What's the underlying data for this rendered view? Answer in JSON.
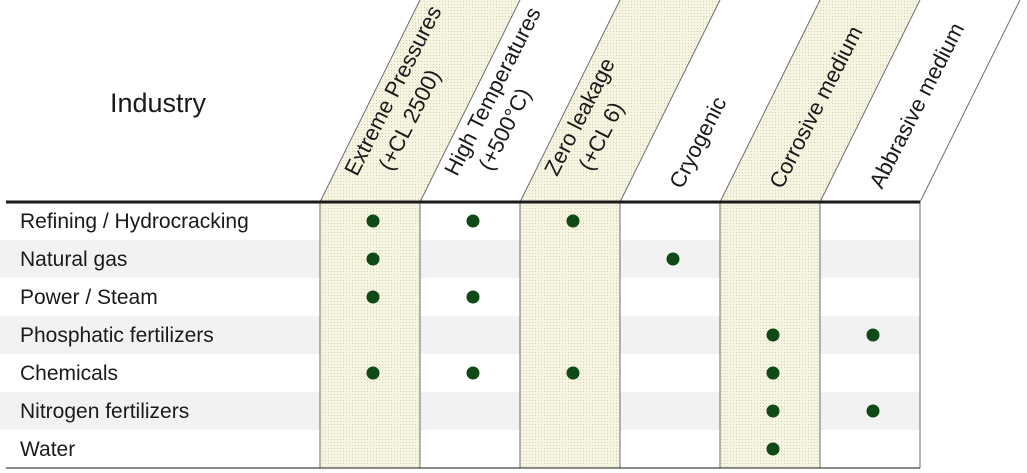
{
  "header": {
    "industry_label": "Industry"
  },
  "columns": [
    {
      "lines": [
        "Extreme Pressures",
        "(+CL 2500)"
      ]
    },
    {
      "lines": [
        "High Temperatures",
        "(+500°C)"
      ]
    },
    {
      "lines": [
        "Zero leakage",
        "(+CL 6)"
      ]
    },
    {
      "lines": [
        "Cryogenic"
      ]
    },
    {
      "lines": [
        "Corrosive medium"
      ]
    },
    {
      "lines": [
        "Abbrasive medium"
      ]
    }
  ],
  "rows": [
    {
      "label": "Refining / Hydrocracking",
      "marks": [
        1,
        1,
        1,
        0,
        0,
        0
      ]
    },
    {
      "label": "Natural gas",
      "marks": [
        1,
        0,
        0,
        1,
        0,
        0
      ]
    },
    {
      "label": "Power / Steam",
      "marks": [
        1,
        1,
        0,
        0,
        0,
        0
      ]
    },
    {
      "label": "Phosphatic fertilizers",
      "marks": [
        0,
        0,
        0,
        0,
        1,
        1
      ]
    },
    {
      "label": "Chemicals",
      "marks": [
        1,
        1,
        1,
        0,
        1,
        0
      ]
    },
    {
      "label": "Nitrogen fertilizers",
      "marks": [
        0,
        0,
        0,
        0,
        1,
        1
      ]
    },
    {
      "label": "Water",
      "marks": [
        0,
        0,
        0,
        0,
        1,
        0
      ]
    }
  ],
  "colors": {
    "dot": "#0f4a16",
    "shaded_column": "#f6f4e2",
    "alt_row": "#f2f2f2",
    "rule": "#1a1a1a",
    "divider": "#6e6e6e"
  }
}
